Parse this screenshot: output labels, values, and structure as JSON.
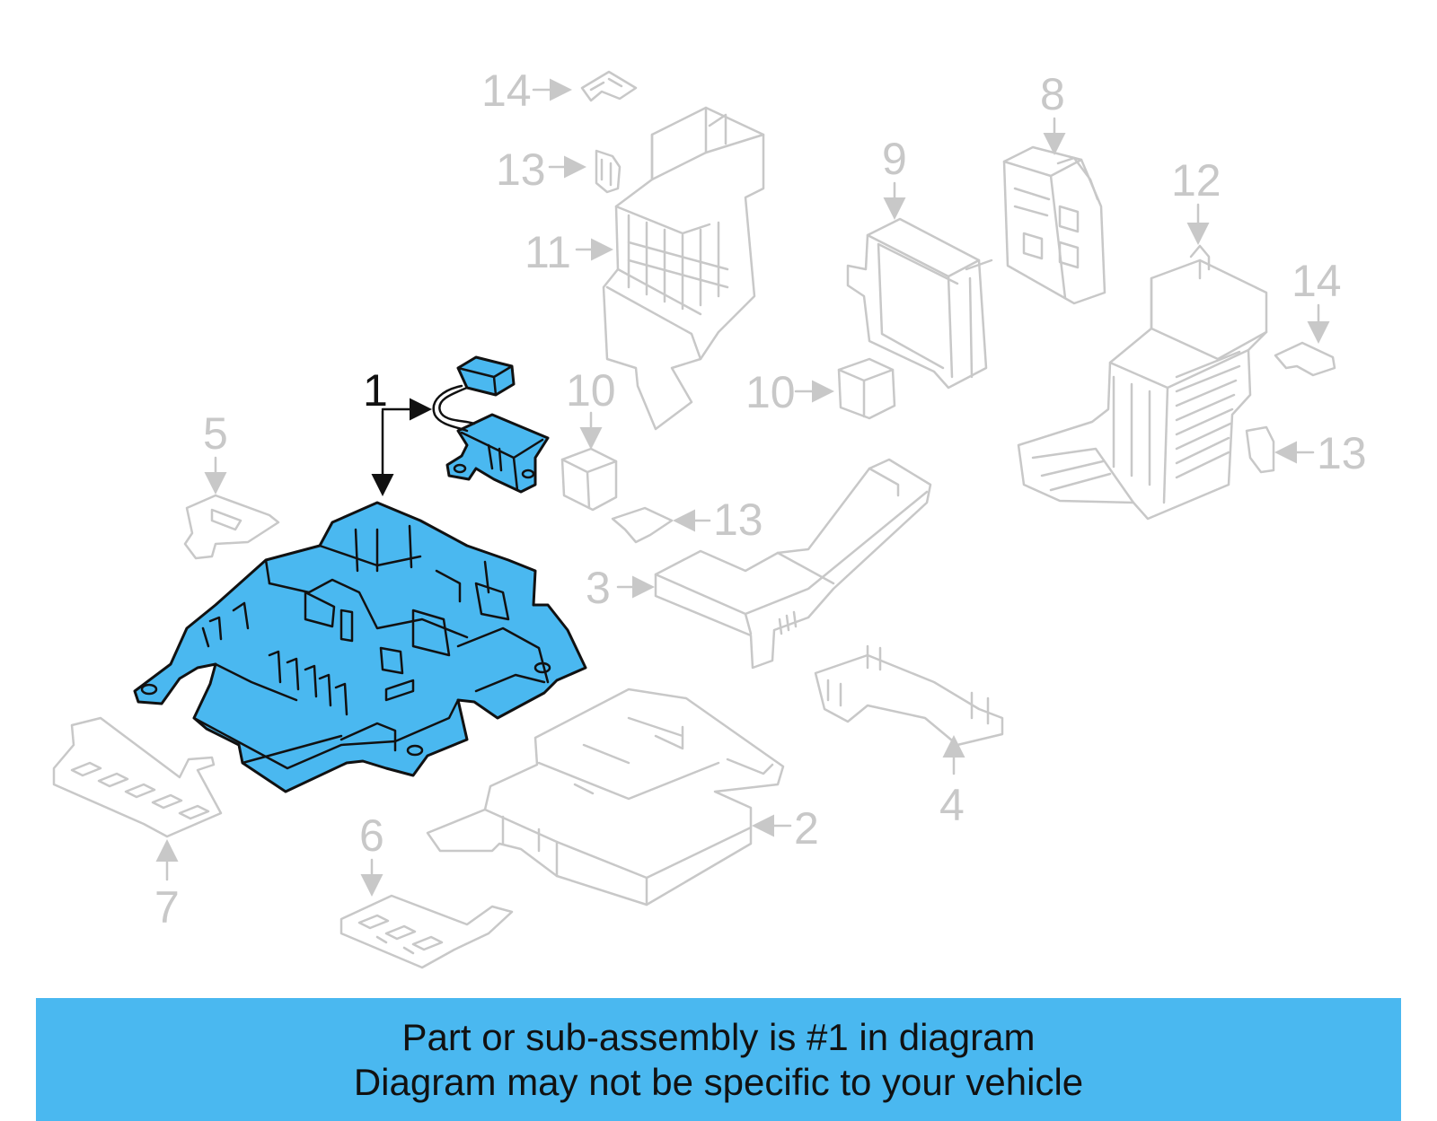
{
  "colors": {
    "highlight": "#4ab8f0",
    "ghost_line": "#c8c8c8",
    "outline": "#111111",
    "background": "#ffffff"
  },
  "callouts": {
    "c1": "1",
    "c2": "2",
    "c3": "3",
    "c4": "4",
    "c5": "5",
    "c6": "6",
    "c7": "7",
    "c8": "8",
    "c9": "9",
    "c10a": "10",
    "c10b": "10",
    "c11": "11",
    "c12": "12",
    "c13a": "13",
    "c13b": "13",
    "c13c": "13",
    "c14a": "14",
    "c14b": "14"
  },
  "banner": {
    "line1": "Part or sub-assembly is #1 in diagram",
    "line2": "Diagram may not be specific to your vehicle"
  }
}
